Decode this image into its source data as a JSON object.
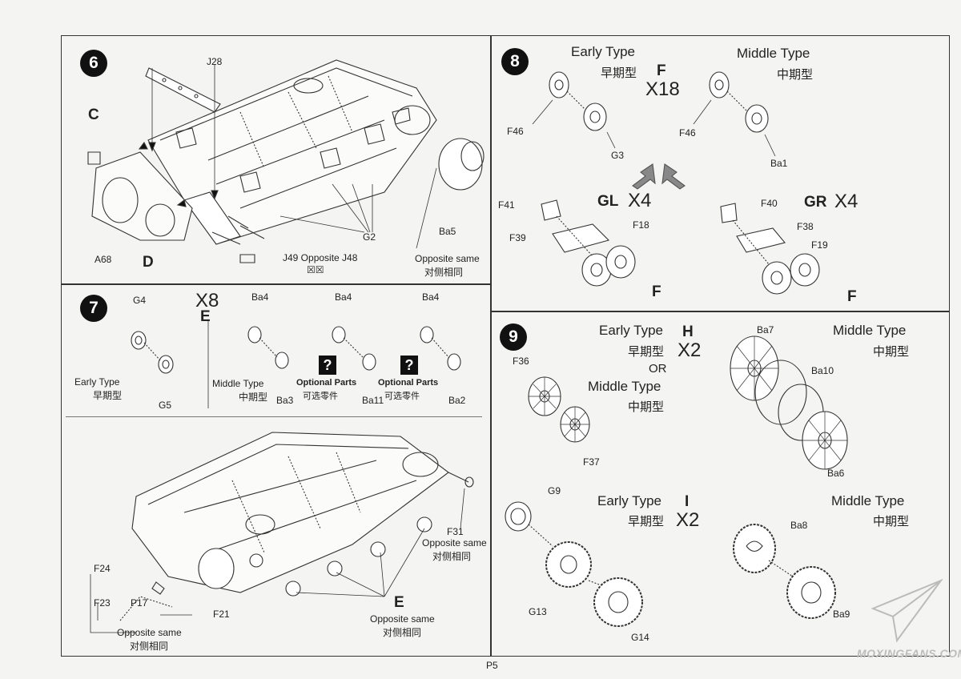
{
  "page_number": "P5",
  "watermark": "MOXINGFANS.COM",
  "step6": {
    "num": "6",
    "labels": {
      "j28": "J28",
      "c": "C",
      "d": "D",
      "a68": "A68",
      "g2": "G2",
      "ba5": "Ba5",
      "j49": "J49 Opposite J48",
      "j49_mark": "☒☒",
      "opp_en": "Opposite same",
      "opp_cn": "对侧相同"
    }
  },
  "step7": {
    "num": "7",
    "mult": "X8",
    "e_letter": "E",
    "top": {
      "g4": "G4",
      "g5": "G5",
      "early_en": "Early Type",
      "early_cn": "早期型",
      "ba4a": "Ba4",
      "ba3": "Ba3",
      "middle_en": "Middle Type",
      "middle_cn": "中期型",
      "ba4b": "Ba4",
      "ba11": "Ba11",
      "opt1_en": "Optional Parts",
      "opt1_cn": "可选零件",
      "ba4c": "Ba4",
      "ba2": "Ba2",
      "opt2_en": "Optional Parts",
      "opt2_cn": "可选零件",
      "q": "?"
    },
    "bottom": {
      "f31": "F31",
      "opp1_en": "Opposite same",
      "opp1_cn": "对侧相同",
      "f24": "F24",
      "f23": "F23",
      "p17": "P17",
      "f21": "F21",
      "opp2_en": "Opposite same",
      "opp2_cn": "对侧相同",
      "e": "E",
      "opp3_en": "Opposite same",
      "opp3_cn": "对侧相同"
    }
  },
  "step8": {
    "num": "8",
    "early_en": "Early Type",
    "early_cn": "早期型",
    "f_letter": "F",
    "mult": "X18",
    "middle_en": "Middle Type",
    "middle_cn": "中期型",
    "f46a": "F46",
    "g3": "G3",
    "f46b": "F46",
    "ba1": "Ba1",
    "gl": "GL",
    "gl_mult": "X4",
    "gr": "GR",
    "gr_mult": "X4",
    "f41": "F41",
    "f18": "F18",
    "f39": "F39",
    "f_left": "F",
    "f40": "F40",
    "f38": "F38",
    "f19": "F19",
    "f_right": "F"
  },
  "step9": {
    "num": "9",
    "h_early_en": "Early Type",
    "h_early_cn": "早期型",
    "h_letter": "H",
    "h_mult": "X2",
    "or_text": "OR",
    "h_middle_en": "Middle Type",
    "h_middle_cn": "中期型",
    "f36": "F36",
    "f37": "F37",
    "h_right_en": "Middle Type",
    "h_right_cn": "中期型",
    "ba7": "Ba7",
    "ba10": "Ba10",
    "ba6": "Ba6",
    "i_early_en": "Early Type",
    "i_early_cn": "早期型",
    "i_letter": "I",
    "i_mult": "X2",
    "g9": "G9",
    "g13": "G13",
    "g14": "G14",
    "i_right_en": "Middle Type",
    "i_right_cn": "中期型",
    "ba8": "Ba8",
    "ba9": "Ba9"
  }
}
